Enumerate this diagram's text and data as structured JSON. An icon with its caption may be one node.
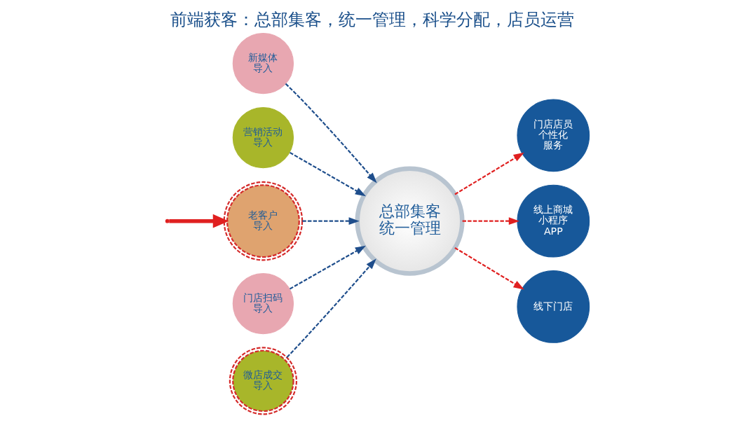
{
  "diagram": {
    "title": "前端获客：总部集客，统一管理，科学分配，店员运营",
    "nodes": [
      {
        "text": [
          "总部集客统一管理"
        ]
      },
      {
        "text": [
          "新媒体导入"
        ]
      },
      {
        "text": [
          "营销活动导入"
        ]
      },
      {
        "text": [
          "老客户导入"
        ]
      },
      {
        "text": [
          "门店扫码导入"
        ]
      },
      {
        "text": [
          "微店成交导入"
        ]
      },
      {
        "text": [
          "门店店员个性化服务"
        ]
      },
      {
        "text": [
          "线上商城小程序APP"
        ]
      },
      {
        "text": [
          "线下门店"
        ]
      }
    ],
    "edges": [
      {
        "from": null,
        "to": 3,
        "arrow": "to",
        "style": "thick",
        "color": "#e02020"
      },
      {
        "from": 1,
        "to": 0,
        "arrow": "to",
        "style": "dashed"
      },
      {
        "from": 2,
        "to": 0,
        "arrow": "to",
        "style": "dashed"
      },
      {
        "from": 3,
        "to": 0,
        "arrow": "to",
        "style": "dashed"
      },
      {
        "from": 4,
        "to": 0,
        "arrow": "to",
        "style": "dashed"
      },
      {
        "from": 5,
        "to": 0,
        "arrow": "to",
        "style": "dashed"
      },
      {
        "from": 0,
        "to": 6,
        "arrow": "to",
        "style": "dashed",
        "color": "#e02020"
      },
      {
        "from": 0,
        "to": 7,
        "arrow": "to",
        "style": "dashed",
        "color": "#e02020"
      },
      {
        "from": 0,
        "to": 8,
        "arrow": "to",
        "style": "dashed",
        "color": "#e02020"
      }
    ]
  }
}
